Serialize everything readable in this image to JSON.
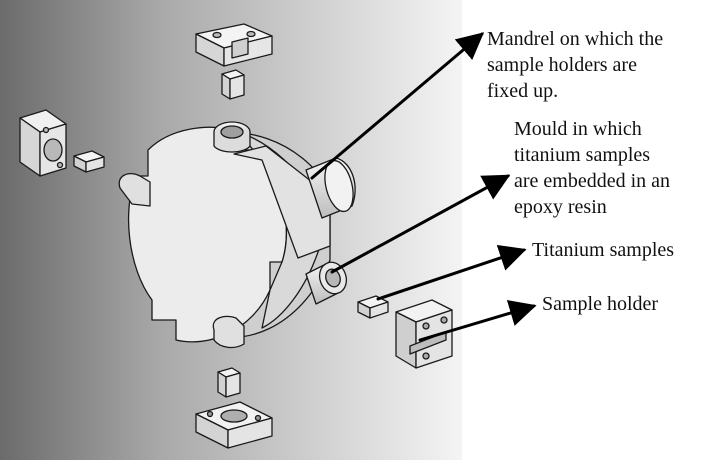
{
  "labels": {
    "mandrel": [
      "Mandrel on which the",
      "sample holders are",
      "fixed up."
    ],
    "mould": [
      "Mould in which",
      "titanium samples",
      "are embedded in an",
      "epoxy resin"
    ],
    "titanium": "Titanium samples",
    "holder": "Sample holder"
  },
  "colors": {
    "background_gradient_dark": "#6b6b6b",
    "background_gradient_light": "#f2f2f2",
    "part_fill": "#e8e8e8",
    "part_stroke": "#1a1a1a",
    "arrow": "#000000"
  }
}
